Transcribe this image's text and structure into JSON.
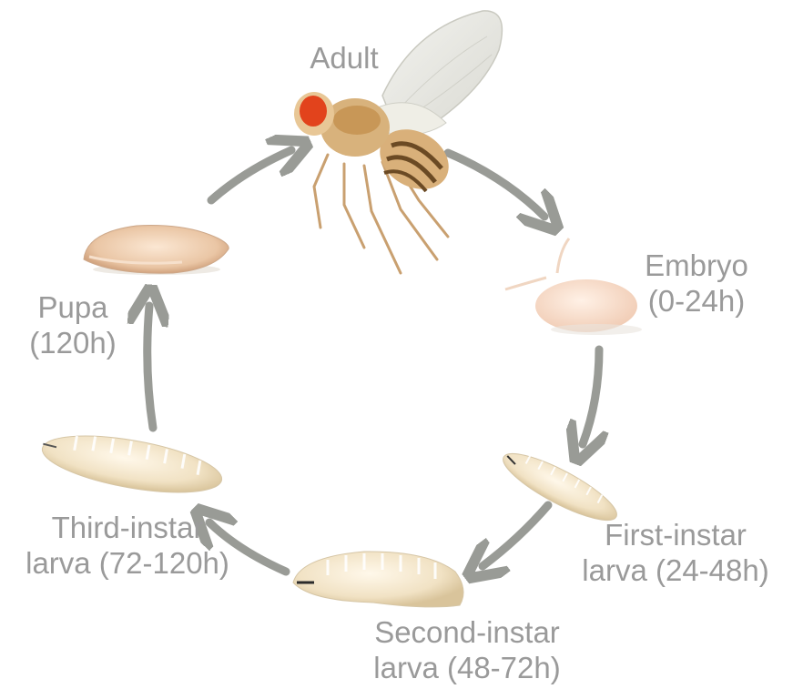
{
  "cycle": {
    "stages": [
      {
        "id": "adult",
        "lines": [
          "Adult"
        ]
      },
      {
        "id": "embryo",
        "lines": [
          "Embryo",
          "(0-24h)"
        ]
      },
      {
        "id": "first-instar",
        "lines": [
          "First-instar",
          "larva (24-48h)"
        ]
      },
      {
        "id": "second-instar",
        "lines": [
          "Second-instar",
          "larva (48-72h)"
        ]
      },
      {
        "id": "third-instar",
        "lines": [
          "Third-instar",
          "larva (72-120h)"
        ]
      },
      {
        "id": "pupa",
        "lines": [
          "Pupa",
          "(120h)"
        ]
      }
    ],
    "arrow_color": "#999b96",
    "label_color": "#9a9a9a"
  }
}
